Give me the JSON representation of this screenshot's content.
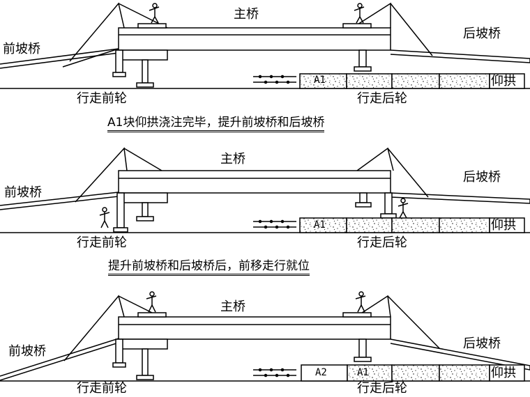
{
  "stage1": {
    "main_bridge": "主桥",
    "front_slope": "前坡桥",
    "rear_slope": "后坡桥",
    "front_wheel": "行走前轮",
    "rear_wheel": "行走后轮",
    "block_a1": "A1",
    "invert": "仰拱"
  },
  "caption1": "A1块仰拱浇注完毕，提升前坡桥和后坡桥",
  "stage2": {
    "main_bridge": "主桥",
    "front_slope": "前坡桥",
    "rear_slope": "后坡桥",
    "front_wheel": "行走前轮",
    "rear_wheel": "行走后轮",
    "block_a1": "A1",
    "invert": "仰拱"
  },
  "caption2": "提升前坡桥和后坡桥后，前移走行就位",
  "stage3": {
    "main_bridge": "主桥",
    "front_slope": "前坡桥",
    "rear_slope": "后坡桥",
    "front_wheel": "行走前轮",
    "rear_wheel": "行走后轮",
    "block_a2": "A2",
    "block_a1": "A1",
    "invert": "仰拱"
  }
}
